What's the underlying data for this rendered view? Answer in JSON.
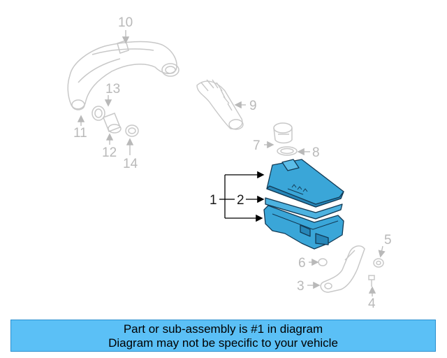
{
  "callouts": {
    "c1": "1",
    "c2": "2",
    "c3": "3",
    "c4": "4",
    "c5": "5",
    "c6": "6",
    "c7": "7",
    "c8": "8",
    "c9": "9",
    "c10": "10",
    "c11": "11",
    "c12": "12",
    "c13": "13",
    "c14": "14"
  },
  "banner": {
    "line1": "Part or sub-assembly is #1 in diagram",
    "line2": "Diagram may not be specific to your vehicle"
  },
  "colors": {
    "highlight": "#3aa6d8",
    "ghost_part": "#c8c8c8",
    "banner": "#5bc0f6"
  }
}
